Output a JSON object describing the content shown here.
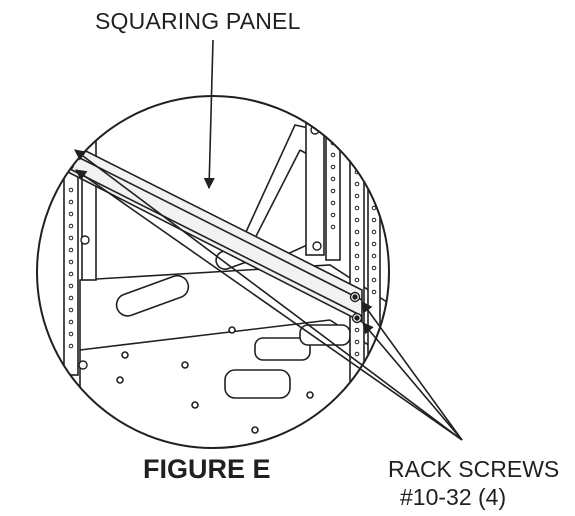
{
  "labels": {
    "squaring_panel": "SQUARING PANEL",
    "figure": "FIGURE E",
    "rack_screws_line1": "RACK SCREWS",
    "rack_screws_line2": "#10-32 (4)"
  },
  "icons": [
    "squaring-panel-drawing",
    "rack-rail",
    "rack-screw",
    "callout-arrow"
  ],
  "colors": {
    "ink": "#231f20",
    "paper": "#ffffff",
    "panel_fill": "#f2f2f2"
  }
}
